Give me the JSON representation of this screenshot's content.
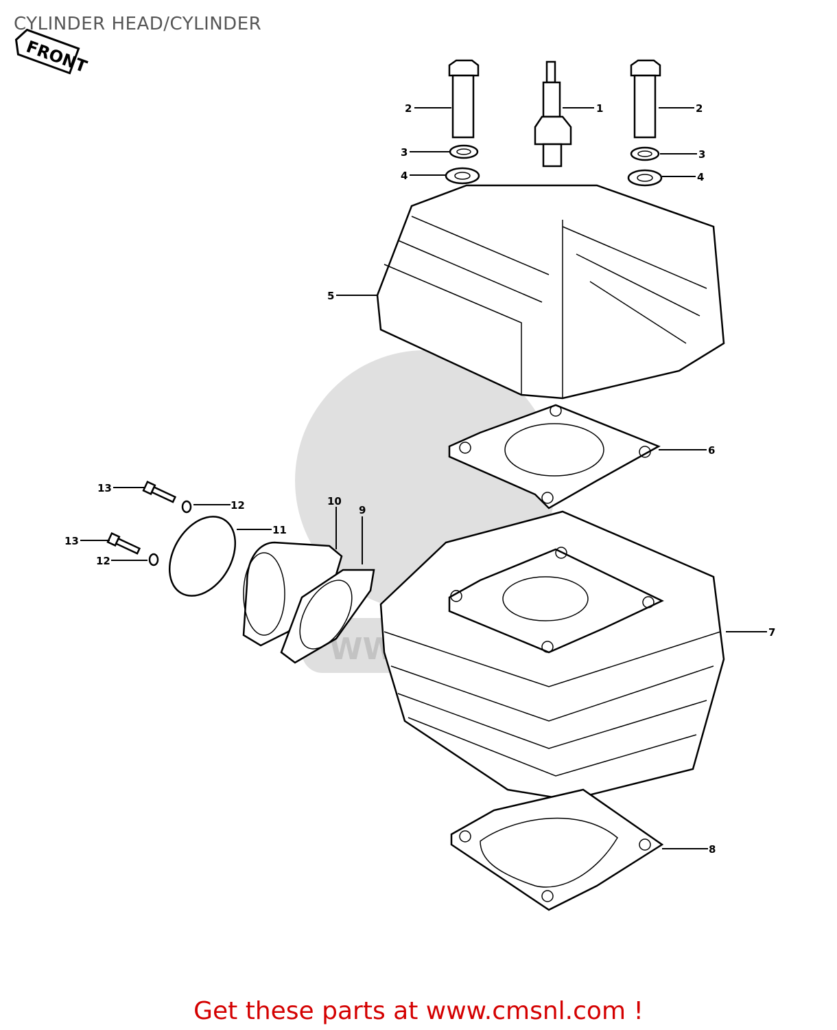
{
  "title": "CYLINDER HEAD/CYLINDER",
  "front_sign": "FRONT",
  "callouts": [
    "1",
    "2",
    "2",
    "3",
    "3",
    "4",
    "4",
    "5",
    "6",
    "7",
    "8",
    "9",
    "10",
    "11",
    "12",
    "12",
    "13",
    "13"
  ],
  "watermark": "WWW.CMSNL.COM",
  "footer": "Get these parts at www.cmsnl.com !",
  "colors": {
    "footer": "#d40000",
    "title": "#555555"
  }
}
